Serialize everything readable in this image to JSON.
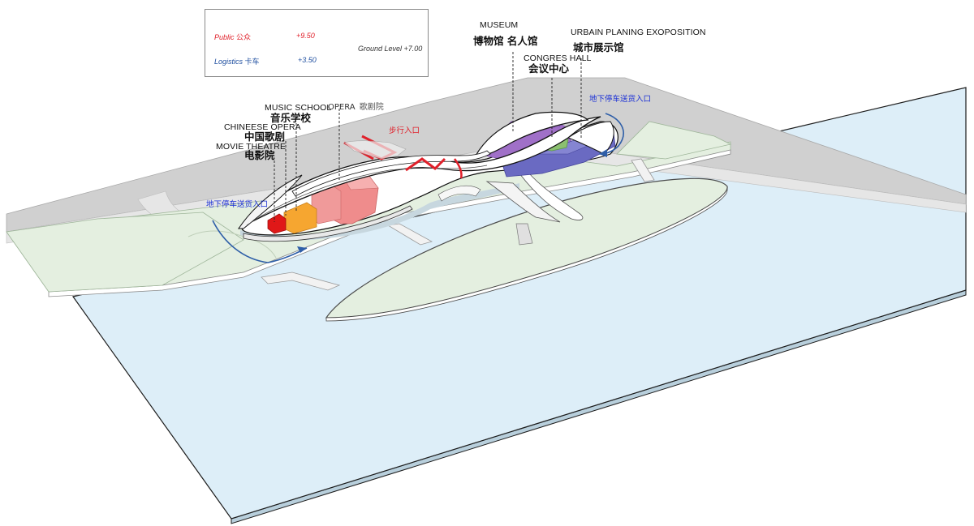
{
  "legend": {
    "public_en": "Public",
    "public_cn": "公众",
    "public_level": "+9.50",
    "ground_level": "Ground Level +7.00",
    "logistics_en": "Logistics",
    "logistics_cn": "卡车",
    "logistics_level": "+3.50"
  },
  "labels": {
    "museum_en": "MUSEUM",
    "museum_cn": "博物馆 名人馆",
    "urban_en": "URBAIN PLANING EXOPOSITION",
    "urban_cn": "城市展示馆",
    "congres_en": "CONGRES HALL",
    "congres_cn": "会议中心",
    "music_en": "MUSIC SCHOOL",
    "music_cn": "音乐学校",
    "opera_en": "OPERA",
    "opera_cn": "歌剧院",
    "chinese_opera_en": "CHINEESE OPERA",
    "chinese_opera_cn": "中国歌剧",
    "movie_en": "MOVIE THEATRE",
    "movie_cn": "电影院",
    "pedestrian_entry": "步行入口",
    "parking_east": "地下停车送货入口",
    "parking_west": "地下停车送货入口"
  },
  "colors": {
    "water": "#ddeef8",
    "water_edge": "#1c1c1c",
    "land": "#e4efe0",
    "road": "#cdcdcd",
    "public_red": "#e0202a",
    "logistics_blue": "#2f5fa8",
    "museum_purple": "#a070c8",
    "urban_blue": "#6a6ac2",
    "congres_green": "#8cc070",
    "opera_pink": "#ef8c8c",
    "music_orange": "#f6a630",
    "movie_red": "#e01818"
  }
}
